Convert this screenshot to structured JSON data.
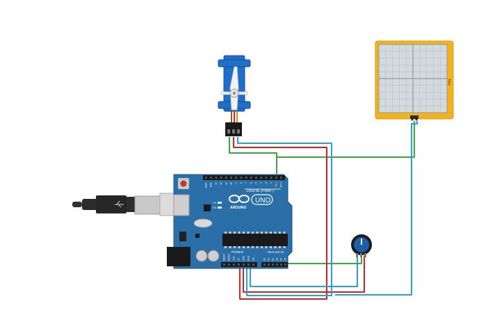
{
  "circuit": {
    "arduino": {
      "brand": "ARDUINO",
      "model": "UNO",
      "digital_header": "DIGITAL (PWM~)",
      "power_header": "POWER",
      "analog_header": "ANALOG IN",
      "tx": "TX",
      "rx": "RX",
      "digital_pins": [
        "AREF",
        "GND",
        "13",
        "12",
        "~11",
        "~10",
        "~9",
        "8",
        "7",
        "~6",
        "~5",
        "4",
        "~3",
        "2",
        "TX 1",
        "RX 0"
      ],
      "power_pins": [
        "IOREF",
        "RESET",
        "3.3V",
        "5V",
        "GND",
        "GND",
        "Vin"
      ],
      "analog_pins": [
        "A0",
        "A1",
        "A2",
        "A3",
        "A4",
        "A5"
      ]
    },
    "oscilloscope": {
      "label": "Time"
    },
    "colors": {
      "board": "#2a6fa8",
      "servo": "#1f6fc8",
      "scope_frame": "#f2b21f",
      "scope_screen": "#d2dadd",
      "wire_green": "#3aa83a",
      "wire_red": "#d82020",
      "wire_blue": "#2a9fd6",
      "usb_cable": "#333333",
      "pot_knob": "#1f5fa8"
    },
    "icons": {
      "usb": "usb-cable-icon",
      "potentiometer": "potentiometer-icon",
      "servo": "servo-motor-icon"
    }
  }
}
